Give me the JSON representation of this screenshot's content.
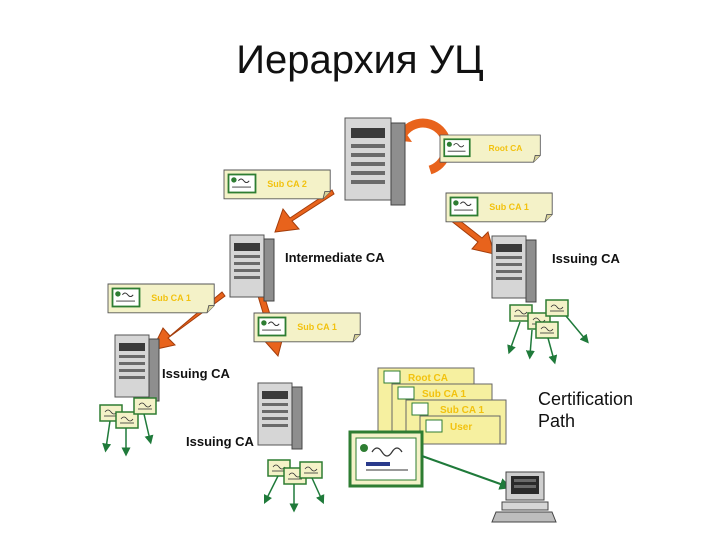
{
  "title": "Иерархия УЦ",
  "servers": {
    "root": "",
    "intermediate_label": "Intermediate CA",
    "issuing_right_label": "Issuing CA",
    "issuing_left_label": "Issuing CA",
    "issuing_bottom_label": "Issuing CA"
  },
  "certificates": {
    "root_ca": "Root CA",
    "sub_ca_2": "Sub CA 2",
    "sub_ca_1_top": "Sub CA 1",
    "sub_ca_1_left": "Sub CA 1",
    "sub_ca_1_mid": "Sub CA 1"
  },
  "cert_path": {
    "items": [
      "Root CA",
      "Sub CA 1",
      "Sub CA 1",
      "User"
    ],
    "label": "Certification Path"
  },
  "colors": {
    "cert_fill": "#f4f2c8",
    "cert_border": "#2e7d32",
    "cert_text": "#f2c20f",
    "arrow": "#e8631c",
    "leaf_arrow": "#1f7a3a",
    "server_light": "#d9d9d9",
    "server_dark": "#5a5a5a",
    "path_box": "#f6f0a0"
  }
}
